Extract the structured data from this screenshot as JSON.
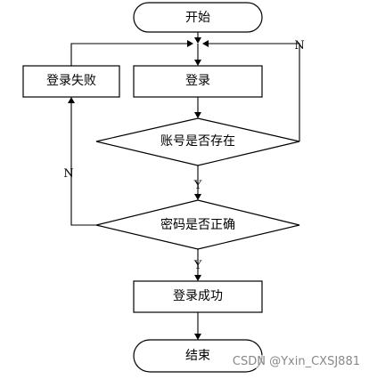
{
  "nodes": {
    "start": "开始",
    "login": "登录",
    "login_fail": "登录失败",
    "account_exists": "账号是否存在",
    "password_correct": "密码是否正确",
    "login_success": "登录成功",
    "end": "结束"
  },
  "edge_labels": {
    "account_no": "N",
    "account_yes": "Y",
    "password_no": "N",
    "password_yes": "Y"
  },
  "watermark": "CSDN @Yxin_CXSJ881"
}
